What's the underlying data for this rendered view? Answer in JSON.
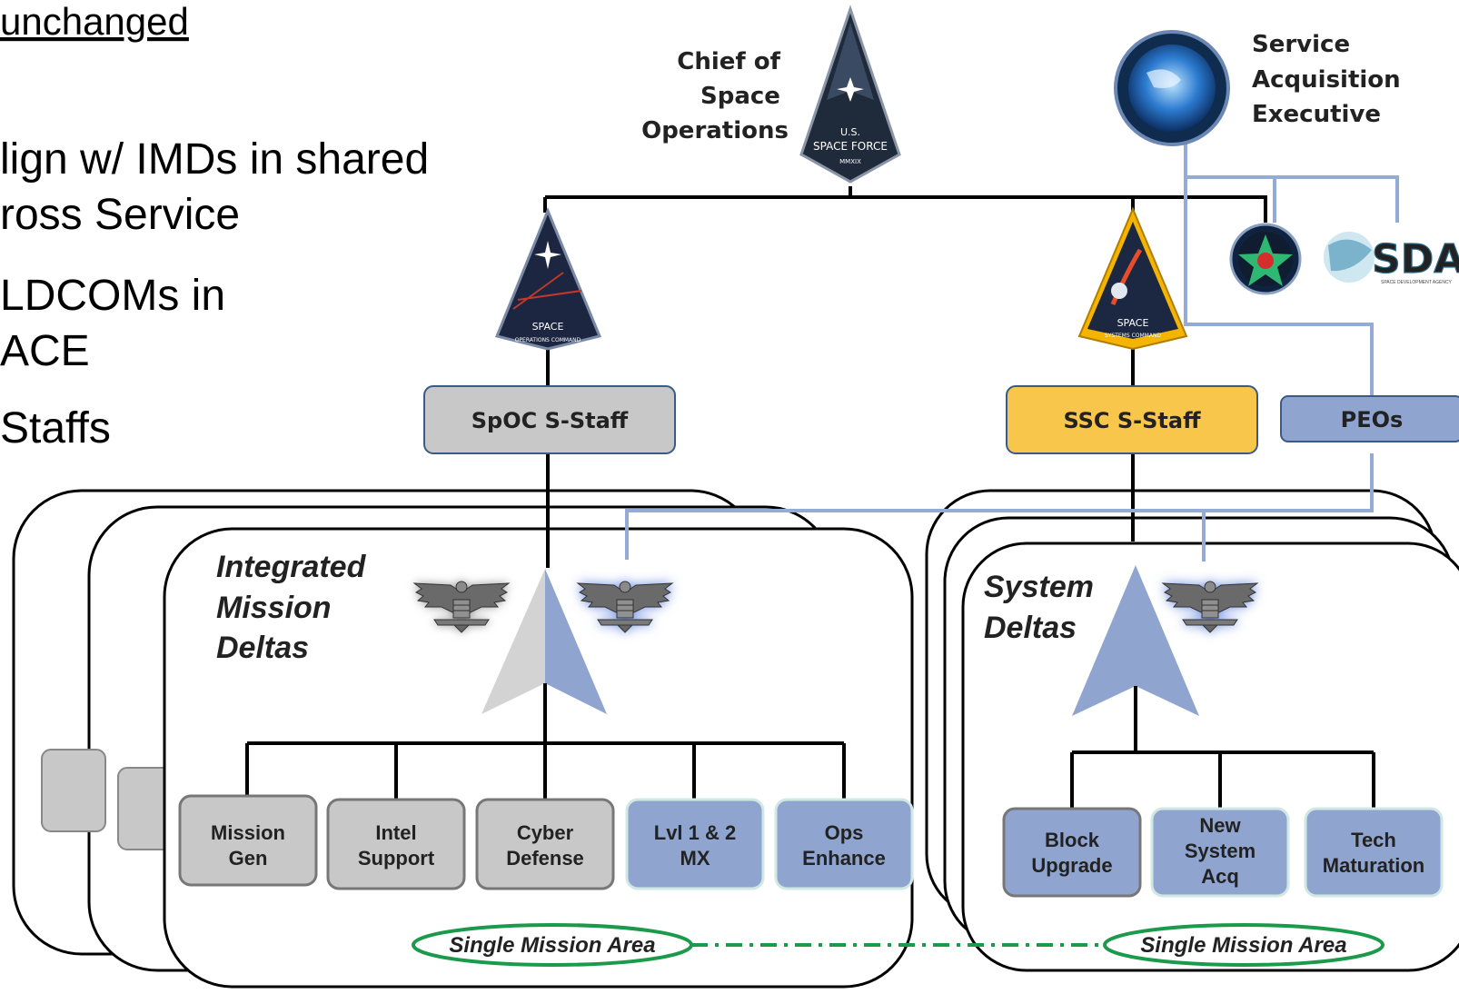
{
  "header": {
    "title_fragment": "unchanged"
  },
  "bullets": [
    "lign w/ IMDs in shared",
    "ross Service",
    "LDCOMs in",
    "ACE",
    " Staffs"
  ],
  "top": {
    "cso_label": [
      "Chief of",
      "Space",
      "Operations"
    ],
    "sae_label": [
      "Service",
      "Acquisition",
      "Executive"
    ],
    "ussf_emblem": {
      "line1": "U.S.",
      "line2": "SPACE FORCE",
      "line3": "MMXIX"
    },
    "spoc_emblem": {
      "line1": "SPACE",
      "line2": "OPERATIONS COMMAND"
    },
    "ssc_emblem": {
      "line1": "SPACE",
      "line2": "SYSTEMS COMMAND"
    },
    "sda_logo": {
      "text": "SDA",
      "subtext": "SPACE DEVELOPMENT AGENCY"
    }
  },
  "staff": {
    "spoc": "SpOC S-Staff",
    "ssc": "SSC S-Staff",
    "peos": "PEOs"
  },
  "imd": {
    "title": [
      "Integrated",
      "Mission",
      "Deltas"
    ],
    "boxes": [
      {
        "l1": "Mission",
        "l2": "Gen"
      },
      {
        "l1": "Intel",
        "l2": "Support"
      },
      {
        "l1": "Cyber",
        "l2": "Defense"
      },
      {
        "l1": "Lvl 1 & 2",
        "l2": "MX"
      },
      {
        "l1": "Ops",
        "l2": "Enhance"
      }
    ],
    "area": "Single Mission Area"
  },
  "sysd": {
    "title": [
      "System",
      "Deltas"
    ],
    "boxes": [
      {
        "l1": "Block",
        "l2": "Upgrade",
        "l3": ""
      },
      {
        "l1": "New",
        "l2": "System",
        "l3": "Acq"
      },
      {
        "l1": "Tech",
        "l2": "Maturation",
        "l3": ""
      }
    ],
    "area": "Single Mission Area"
  },
  "colors": {
    "gray_box": "#c8c8c8",
    "blue_box": "#8fa5d0",
    "gold_box": "#f8c64a",
    "blue_line": "#94abd6",
    "green_dash": "#1a9a4a"
  }
}
